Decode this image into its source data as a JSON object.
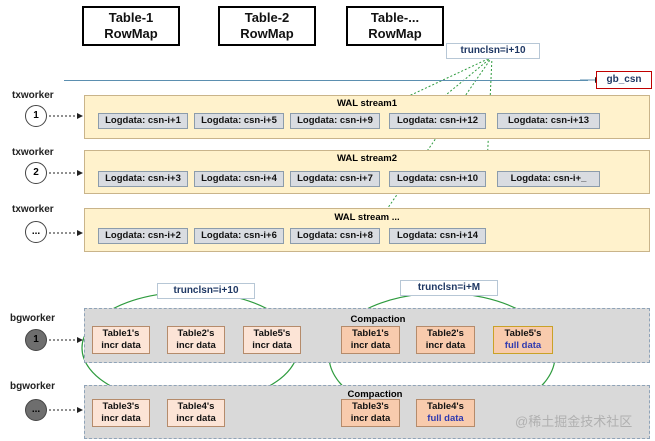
{
  "rowmaps": [
    {
      "line1": "Table-1",
      "line2": "RowMap"
    },
    {
      "line1": "Table-2",
      "line2": "RowMap"
    },
    {
      "line1": "Table-...",
      "line2": "RowMap"
    }
  ],
  "top_trunc": "trunclsn=i+10",
  "gb_csn": "gb_csn",
  "txworkers": [
    {
      "label": "txworker",
      "id": "1",
      "stream": "WAL stream1",
      "logs": [
        "Logdata: csn-i+1",
        "Logdata: csn-i+5",
        "Logdata: csn-i+9",
        "Logdata: csn-i+12",
        "Logdata: csn-i+13"
      ]
    },
    {
      "label": "txworker",
      "id": "2",
      "stream": "WAL stream2",
      "logs": [
        "Logdata: csn-i+3",
        "Logdata: csn-i+4",
        "Logdata: csn-i+7",
        "Logdata: csn-i+10",
        "Logdata: csn-i+_"
      ]
    },
    {
      "label": "txworker",
      "id": "...",
      "stream": "WAL stream ...",
      "logs": [
        "Logdata: csn-i+2",
        "Logdata: csn-i+6",
        "Logdata: csn-i+8",
        "Logdata: csn-i+14"
      ]
    }
  ],
  "bg_trunc_left": "trunclsn=i+10",
  "bg_trunc_right": "trunclsn=i+M",
  "bgworkers": [
    {
      "label": "bgworker",
      "id": "1",
      "compaction": "Compaction",
      "left_cells": [
        {
          "line1": "Table1's",
          "line2": "incr data"
        },
        {
          "line1": "Table2's",
          "line2": "incr data"
        },
        {
          "line1": "Table5's",
          "line2": "incr data"
        }
      ],
      "right_cells": [
        {
          "line1": "Table1's",
          "line2": "incr data"
        },
        {
          "line1": "Table2's",
          "line2": "incr data"
        },
        {
          "line1": "Table5's",
          "line2": "full data"
        }
      ]
    },
    {
      "label": "bgworker",
      "id": "...",
      "compaction": "Compaction",
      "left_cells": [
        {
          "line1": "Table3's",
          "line2": "incr data"
        },
        {
          "line1": "Table4's",
          "line2": "incr data"
        }
      ],
      "right_cells": [
        {
          "line1": "Table3's",
          "line2": "incr data"
        },
        {
          "line1": "Table4's",
          "line2": "full data"
        }
      ]
    }
  ],
  "watermark": "@稀土掘金技术社区"
}
